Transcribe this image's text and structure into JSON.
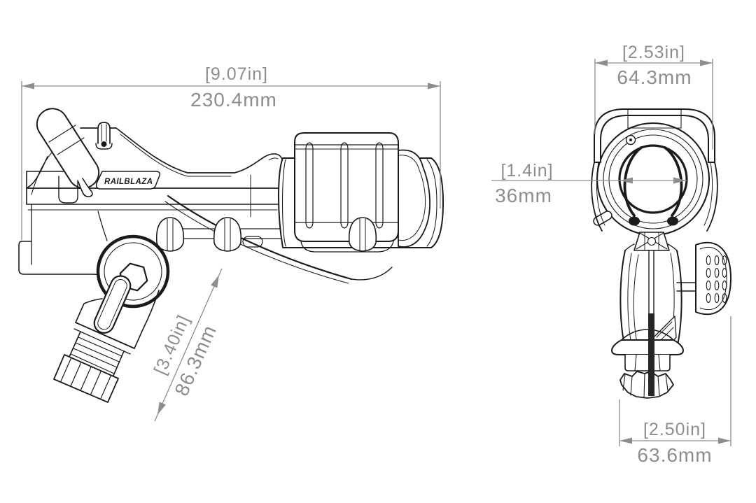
{
  "brand_label": "RAILBLAZA",
  "colors": {
    "line": "#1b1b1b",
    "dimension": "#8d8d8d",
    "background": "#ffffff"
  },
  "dimensions": {
    "overall_length": {
      "label_in": "[9.07in]",
      "label_mm": "230.4mm"
    },
    "stem_length": {
      "label_in": "[3.40in]",
      "label_mm": "86.3mm"
    },
    "overall_width": {
      "label_in": "[2.53in]",
      "label_mm": "64.3mm"
    },
    "tube_inner_diameter": {
      "label_in": "[1.4in]",
      "label_mm": "36mm"
    },
    "base_width": {
      "label_in": "[2.50in]",
      "label_mm": "63.6mm"
    }
  }
}
